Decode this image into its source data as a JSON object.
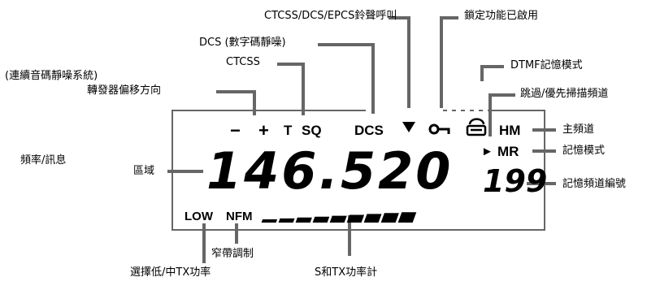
{
  "callouts": {
    "ctcss_dcs_epcs_bell": "CTCSS/DCS/EPCS鈴聲呼叫",
    "lock": "鎖定功能已啟用",
    "dcs_full": "DCS (數字碼靜噪)",
    "dtmf_memory": "DTMF記憶模式",
    "ctcss": "CTCSS",
    "ctcss_full": "(連續音碼靜噪系統)",
    "skip_priority": "跳過/優先掃描頻道",
    "repeater_shift": "轉發器偏移方向",
    "home_channel": "主頻道",
    "frequency_msg": "頻率/訊息",
    "area": "區域",
    "memory_mode": "記憶模式",
    "memory_number": "記憶頻道編號",
    "narrow_fm": "窄帶調制",
    "power_select": "選擇低/中TX功率",
    "s_tx_meter": "S和TX功率計"
  },
  "display": {
    "minus": "−",
    "plus": "+",
    "tone": "T",
    "squelch": "SQ",
    "dcs": "DCS",
    "home": "HM",
    "skip_arrow": "►",
    "memory": "MR",
    "frequency": "146.520",
    "channel": "199",
    "power": "LOW",
    "nfm": "NFM",
    "meter_segments": 9
  },
  "colors": {
    "lines": "#666666",
    "ink": "#000000",
    "background": "#ffffff"
  }
}
